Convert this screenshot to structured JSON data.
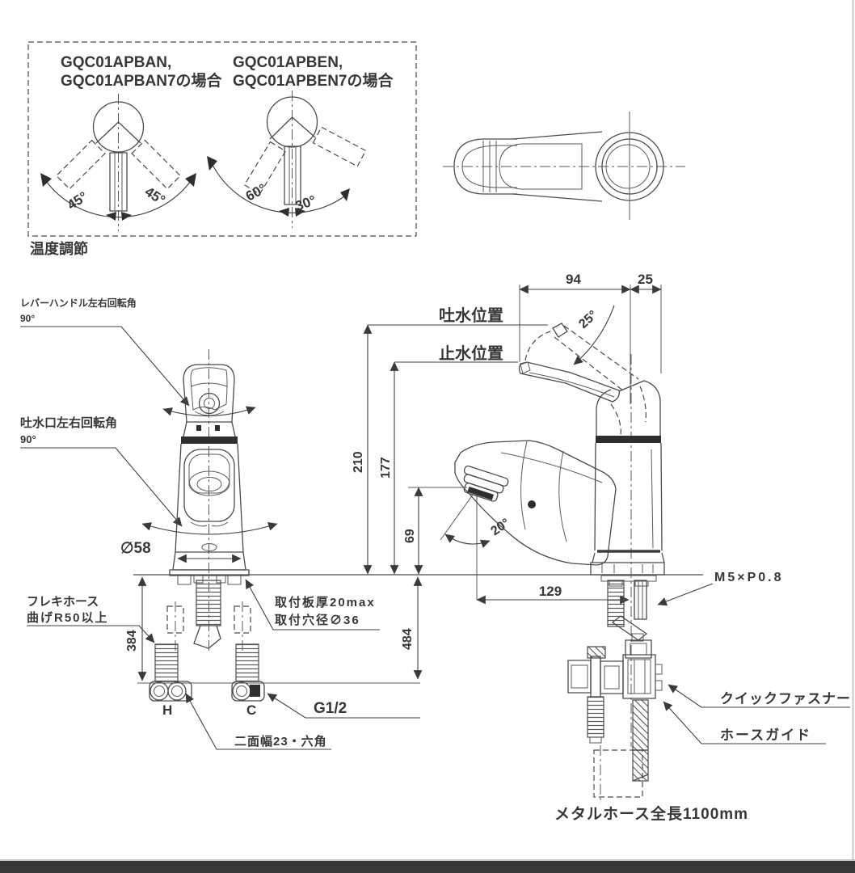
{
  "colors": {
    "ink": "#373737",
    "line": "#4a4a4a",
    "bottom_band": "#383838",
    "right_border": "#c9c9c9",
    "paper": "#ffffff"
  },
  "temp_box": {
    "variant_a_line1": "GQC01APBAN,",
    "variant_a_line2": "GQC01APBAN7の場合",
    "variant_b_line1": "GQC01APBEN,",
    "variant_b_line2": "GQC01APBEN7の場合",
    "a_left_angle": "45°",
    "a_right_angle": "45°",
    "b_left_angle": "60°",
    "b_right_angle": "30°",
    "caption": "温度調節"
  },
  "front_view": {
    "lever_rotation_label": "レバーハンドル左右回転角",
    "lever_rotation_value": "90°",
    "spout_rotation_label": "吐水口左右回転角",
    "spout_rotation_value": "90°",
    "body_diameter": "∅58",
    "hose_height": "384",
    "flex_hose_line1": "フレキホース",
    "flex_hose_line2": "曲げR50以上",
    "hot": "H",
    "cold": "C",
    "thread": "G1/2",
    "hex": "二面幅23・六角"
  },
  "side_view": {
    "spout_pos": "吐水位置",
    "stop_pos": "止水位置",
    "w94": "94",
    "w25": "25",
    "lever_angle": "25°",
    "h210": "210",
    "h177": "177",
    "h69": "69",
    "spout_angle": "20°",
    "w129": "129",
    "h484": "484",
    "plate": "取付板厚20max",
    "hole": "取付穴径∅36",
    "thread": "M5×P0.8",
    "fastener": "クイックファスナー",
    "guide": "ホースガイド",
    "hose": "メタルホース全長1100mm"
  }
}
